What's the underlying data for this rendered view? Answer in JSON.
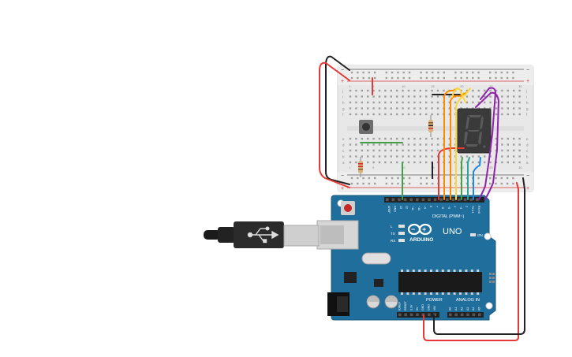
{
  "breadboard": {
    "rail_plus": "+",
    "rail_minus": "−",
    "rail_plus_color": "#d32f2f",
    "rail_minus_color": "#333333",
    "row_letters_top": [
      "j",
      "i",
      "h",
      "g",
      "f"
    ],
    "row_letters_bottom": [
      "e",
      "d",
      "c",
      "b",
      "a"
    ],
    "column_numbers": [
      "1",
      "5",
      "10",
      "15",
      "20",
      "25",
      "30"
    ]
  },
  "arduino": {
    "logo_text": "ARDUINO",
    "model": "UNO",
    "digital_label": "DIGITAL (PWM~)",
    "power_label": "POWER",
    "analog_label": "ANALOG IN",
    "on_label": "ON",
    "led_labels": [
      "L",
      "TX",
      "RX"
    ],
    "digital_pins": [
      "AREF",
      "GND",
      "13",
      "12",
      "~11",
      "~10",
      "~9",
      "8",
      "7",
      "~6",
      "~5",
      "4",
      "~3",
      "2",
      "TX➜1",
      "RX➜0"
    ],
    "power_pins": [
      "IOREF",
      "RESET",
      "3.3V",
      "5V",
      "GND",
      "GND",
      "VIN"
    ],
    "analog_pins": [
      "A0",
      "A1",
      "A2",
      "A3",
      "A4",
      "A5"
    ],
    "board_color": "#1f6e9c"
  },
  "components": {
    "display_digit": "8.",
    "display_color": "#3a3a3a",
    "segment_color": "#5a5a5a"
  },
  "wires": {
    "red": "#e53935",
    "black": "#222222",
    "green": "#43a047",
    "orange": "#fb8c00",
    "yellow": "#fdd835",
    "teal": "#26a69a",
    "blue": "#1e88e5",
    "purple": "#8e24aa"
  }
}
